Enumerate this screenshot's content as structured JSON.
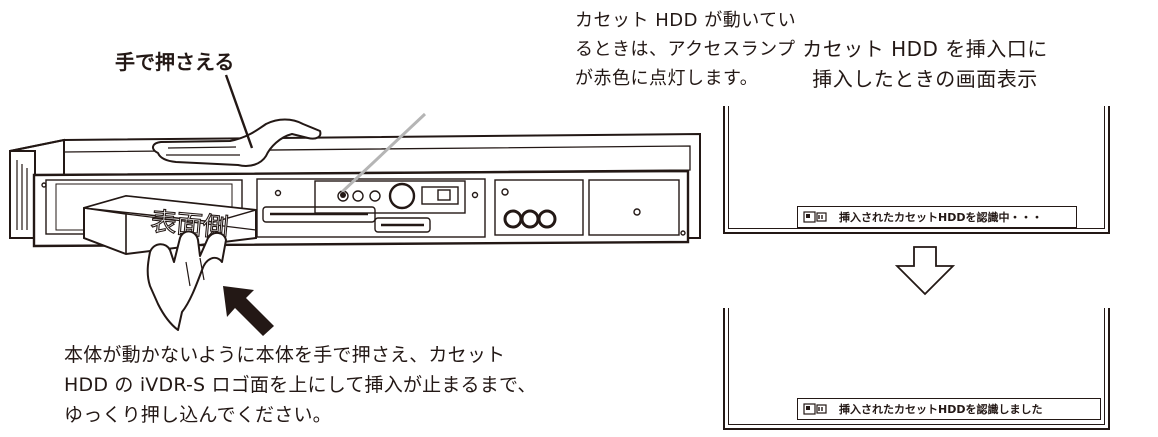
{
  "callouts": {
    "access_lamp": [
      "カセット HDD が動いてい",
      "るときは、アクセスランプ",
      "が赤色に点灯します。"
    ],
    "press_by_hand": "手で押さえる",
    "cassette_face": "表面側"
  },
  "instruction": {
    "lines": [
      "本体が動かないように本体を手で押さえ、カセット",
      "HDD の iVDR-S ロゴ面を上にして挿入が止まるまで、",
      "ゆっくり押し込んでください。"
    ]
  },
  "screen_display": {
    "caption": [
      "カセット HDD を挿入口に",
      "挿入したときの画面表示"
    ],
    "recognizing_message": "挿入されたカセットHDDを認識中・・・",
    "recognized_message": "挿入されたカセットHDDを認識しました",
    "status_icon": "cassette-hdd-icon"
  },
  "colors": {
    "line": "#231815",
    "leader_gray": "#b5b5b5"
  }
}
